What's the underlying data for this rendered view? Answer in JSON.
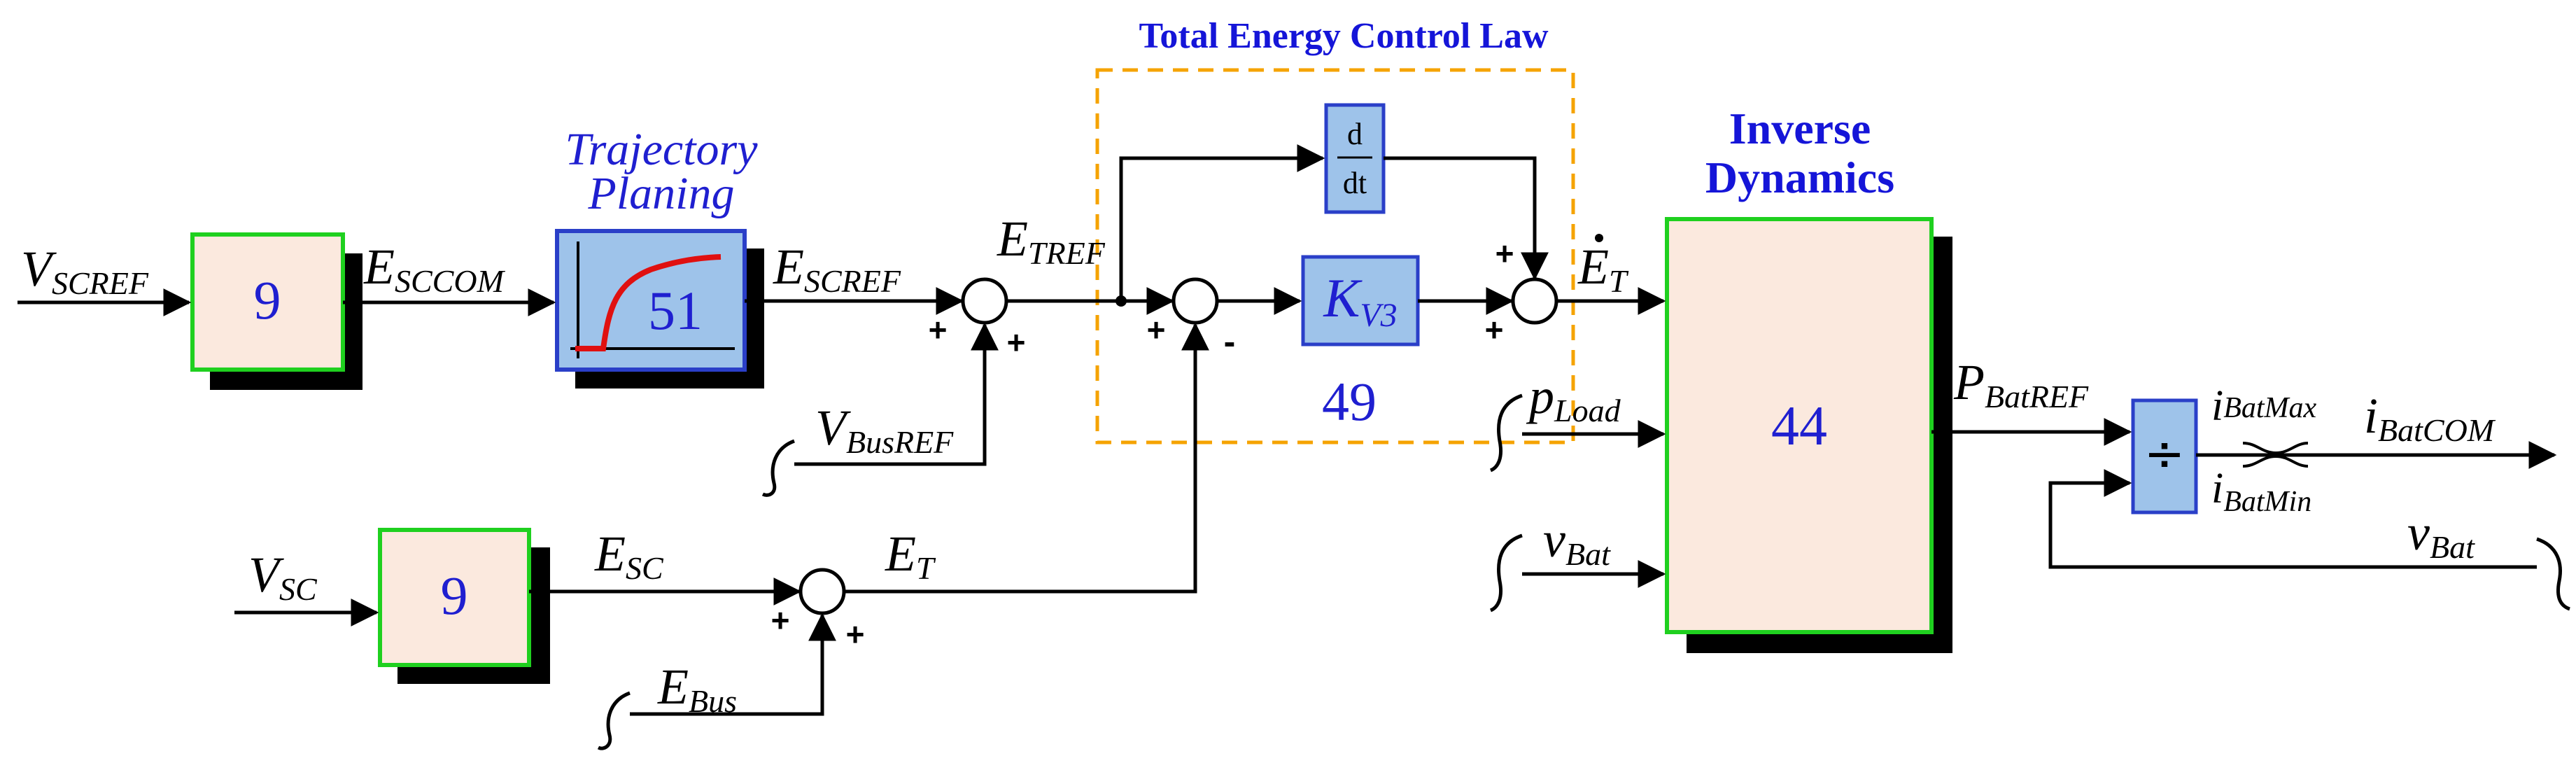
{
  "titles": {
    "total_energy": "Total Energy Control Law",
    "inverse_line1": "Inverse",
    "inverse_line2": "Dynamics",
    "trajectory_line1": "Trajectory",
    "trajectory_line2": "Planing"
  },
  "blocks": {
    "b1": "9",
    "b2": "9",
    "trajectory": "51",
    "deriv_num": "d",
    "deriv_den": "dt",
    "gain_main": "K",
    "gain_sub": "V3",
    "gain_num": "49",
    "inverse": "44",
    "divide": "÷"
  },
  "signals": {
    "vscref": {
      "main": "V",
      "sub": "SCREF"
    },
    "esccom": {
      "main": "E",
      "sub": "SCCOM"
    },
    "escref": {
      "main": "E",
      "sub": "SCREF"
    },
    "etref": {
      "main": "E",
      "sub": "TREF"
    },
    "vbusref": {
      "main": "V",
      "sub": "BusREF"
    },
    "vsc": {
      "main": "V",
      "sub": "SC"
    },
    "esc": {
      "main": "E",
      "sub": "SC"
    },
    "et": {
      "main": "E",
      "sub": "T"
    },
    "ebus": {
      "main": "E",
      "sub": "Bus"
    },
    "etdot": {
      "main": "E",
      "sub": "T"
    },
    "pload": {
      "main": "p",
      "sub": "Load"
    },
    "vbat1": {
      "main": "v",
      "sub": "Bat"
    },
    "pbatref": {
      "main": "P",
      "sub": "BatREF"
    },
    "ibatmax": {
      "main": "i",
      "sub": "BatMax"
    },
    "ibatmin": {
      "main": "i",
      "sub": "BatMin"
    },
    "ibatcom": {
      "main": "i",
      "sub": "BatCOM"
    },
    "vbat2": {
      "main": "v",
      "sub": "Bat"
    }
  },
  "signs": {
    "plus": "+",
    "minus": "-"
  },
  "colors": {
    "block_fill": "#fbe9de",
    "block_border": "#1fd01f",
    "blue_fill": "#9ec3ea",
    "blue_border": "#2a3fc8",
    "title_blue": "#1515d8",
    "dash_orange": "#f5a300",
    "curve_red": "#e01010"
  }
}
